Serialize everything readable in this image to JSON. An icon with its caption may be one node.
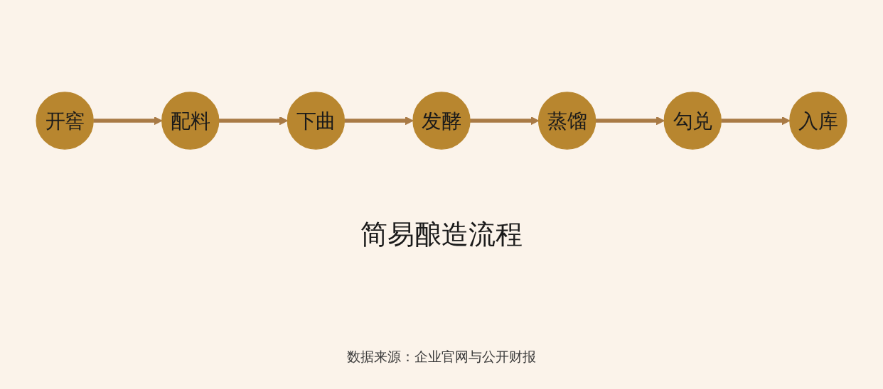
{
  "diagram": {
    "caption": "简易酿造流程",
    "nodes": [
      {
        "text": [
          "开窖"
        ]
      },
      {
        "text": [
          "配料"
        ]
      },
      {
        "text": [
          "下曲"
        ]
      },
      {
        "text": [
          "发酵"
        ]
      },
      {
        "text": [
          "蒸馏"
        ]
      },
      {
        "text": [
          "勾兑"
        ]
      },
      {
        "text": [
          "入库"
        ]
      }
    ],
    "edges": [
      {
        "from": 0,
        "to": 1,
        "arrow": "to"
      },
      {
        "from": 1,
        "to": 2,
        "arrow": "to"
      },
      {
        "from": 2,
        "to": 3,
        "arrow": "to"
      },
      {
        "from": 3,
        "to": 4,
        "arrow": "to"
      },
      {
        "from": 4,
        "to": 5,
        "arrow": "to"
      },
      {
        "from": 5,
        "to": 6,
        "arrow": "to"
      }
    ],
    "labels": [
      "数据来源：企业官网与公开财报"
    ]
  }
}
